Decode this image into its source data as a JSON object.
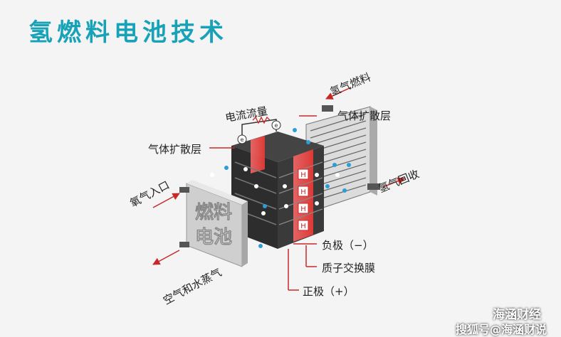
{
  "title": "氢燃料电池技术",
  "labels": {
    "hydrogen_fuel": "氢气燃料",
    "gas_diffusion_right": "气体扩散层",
    "current_flow": "电流流量",
    "gas_diffusion_left": "气体扩散层",
    "hydrogen_return": "氢气回收",
    "oxygen_inlet": "氧气入口",
    "fuel_cell_line1": "燃料",
    "fuel_cell_line2": "电池",
    "anode": "负极（−）",
    "pem": "质子交换膜",
    "cathode": "正极（+）",
    "air_water_vapor": "空气和水蒸气",
    "electron_symbol": "e",
    "proton_symbol": "H"
  },
  "watermark": {
    "line1": "海涵财经",
    "line2": "搜狐号@海涵财说"
  },
  "colors": {
    "title": "#17a2b8",
    "membrane": "#e53935",
    "arrow": "#c62828",
    "particle_white": "#ffffff",
    "particle_blue": "#2a9fd6"
  }
}
